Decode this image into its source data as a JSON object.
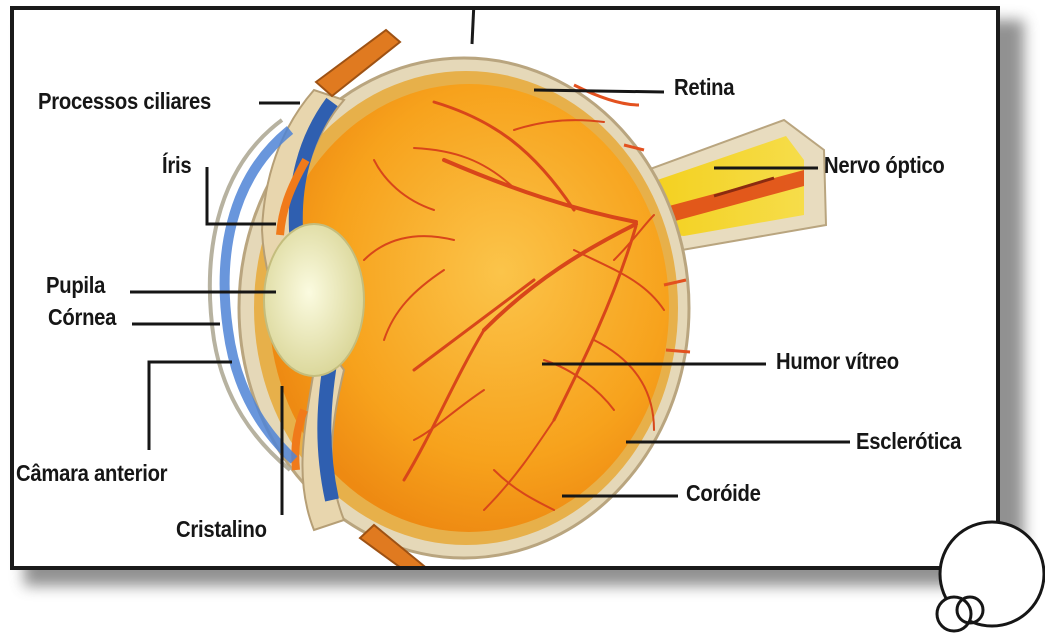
{
  "diagram": {
    "labels": {
      "processos_ciliares": "Processos ciliares",
      "iris": "Íris",
      "pupila": "Pupila",
      "cornea": "Córnea",
      "camara_anterior": "Câmara anterior",
      "cristalino": "Cristalino",
      "retina": "Retina",
      "nervo_optico": "Nervo óptico",
      "humor_vitreo": "Humor vítreo",
      "esclerotica": "Esclerótica",
      "coroide": "Coróide"
    },
    "colors": {
      "eyeball_fill": "#f7a21c",
      "eyeball_light": "#fbc44a",
      "blood_vessel": "#d8461a",
      "sclera": "#d8c7a6",
      "iris_blue": "#3f6fc2",
      "lens": "#ece9b2",
      "optic_nerve": "#f3cf1a",
      "frame": "#1a1a1a",
      "label_text": "#161616"
    },
    "icons": {
      "zoom": "magnifier-circles-icon"
    }
  }
}
